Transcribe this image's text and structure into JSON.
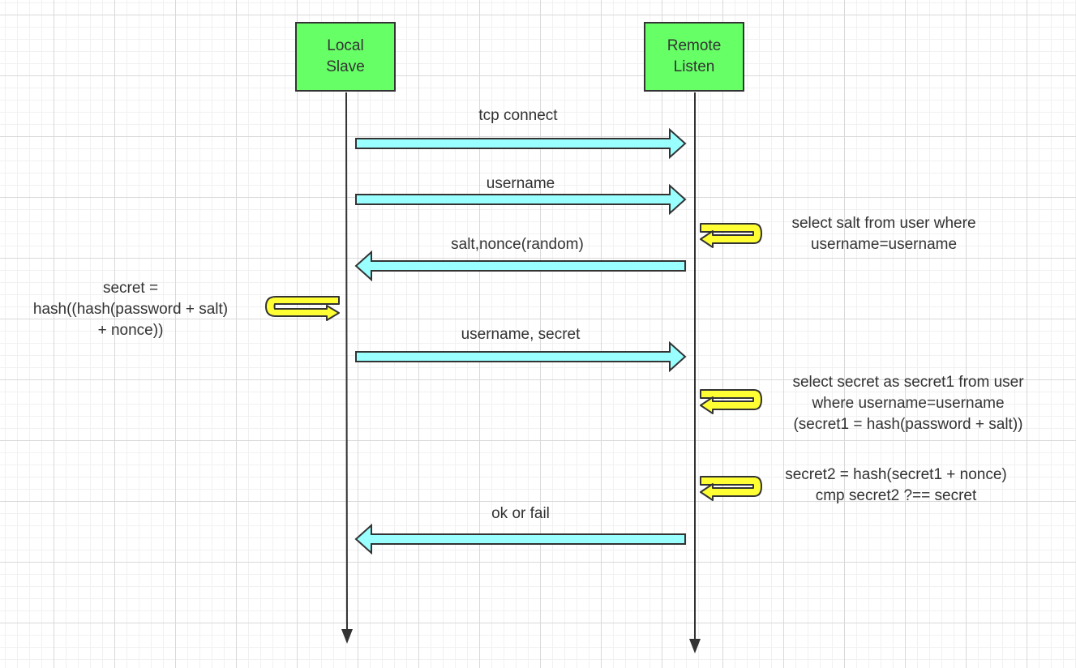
{
  "participants": [
    {
      "id": "local",
      "label": "Local\nSlave"
    },
    {
      "id": "remote",
      "label": "Remote\nListen"
    }
  ],
  "messages": [
    {
      "id": "m1",
      "label": "tcp connect",
      "direction": "local-to-remote"
    },
    {
      "id": "m2",
      "label": "username",
      "direction": "local-to-remote"
    },
    {
      "id": "m3",
      "label": "salt,nonce(random)",
      "direction": "remote-to-local"
    },
    {
      "id": "m4",
      "label": "username, secret",
      "direction": "local-to-remote"
    },
    {
      "id": "m5",
      "label": "ok or fail",
      "direction": "remote-to-local"
    }
  ],
  "self_actions": [
    {
      "id": "s1",
      "participant": "remote",
      "label": "select salt from user where\nusername=username"
    },
    {
      "id": "s2",
      "participant": "local",
      "label": "secret =\nhash((hash(password + salt)\n+ nonce))"
    },
    {
      "id": "s3",
      "participant": "remote",
      "label": "select secret as secret1 from user\nwhere username=username\n(secret1 = hash(password + salt))"
    },
    {
      "id": "s4",
      "participant": "remote",
      "label": "secret2 = hash(secret1 + nonce)\ncmp secret2 ?== secret"
    }
  ],
  "colors": {
    "participant_fill": "#66ff66",
    "message_arrow_fill": "#99ffff",
    "self_arrow_fill": "#ffff33",
    "stroke": "#333333"
  }
}
